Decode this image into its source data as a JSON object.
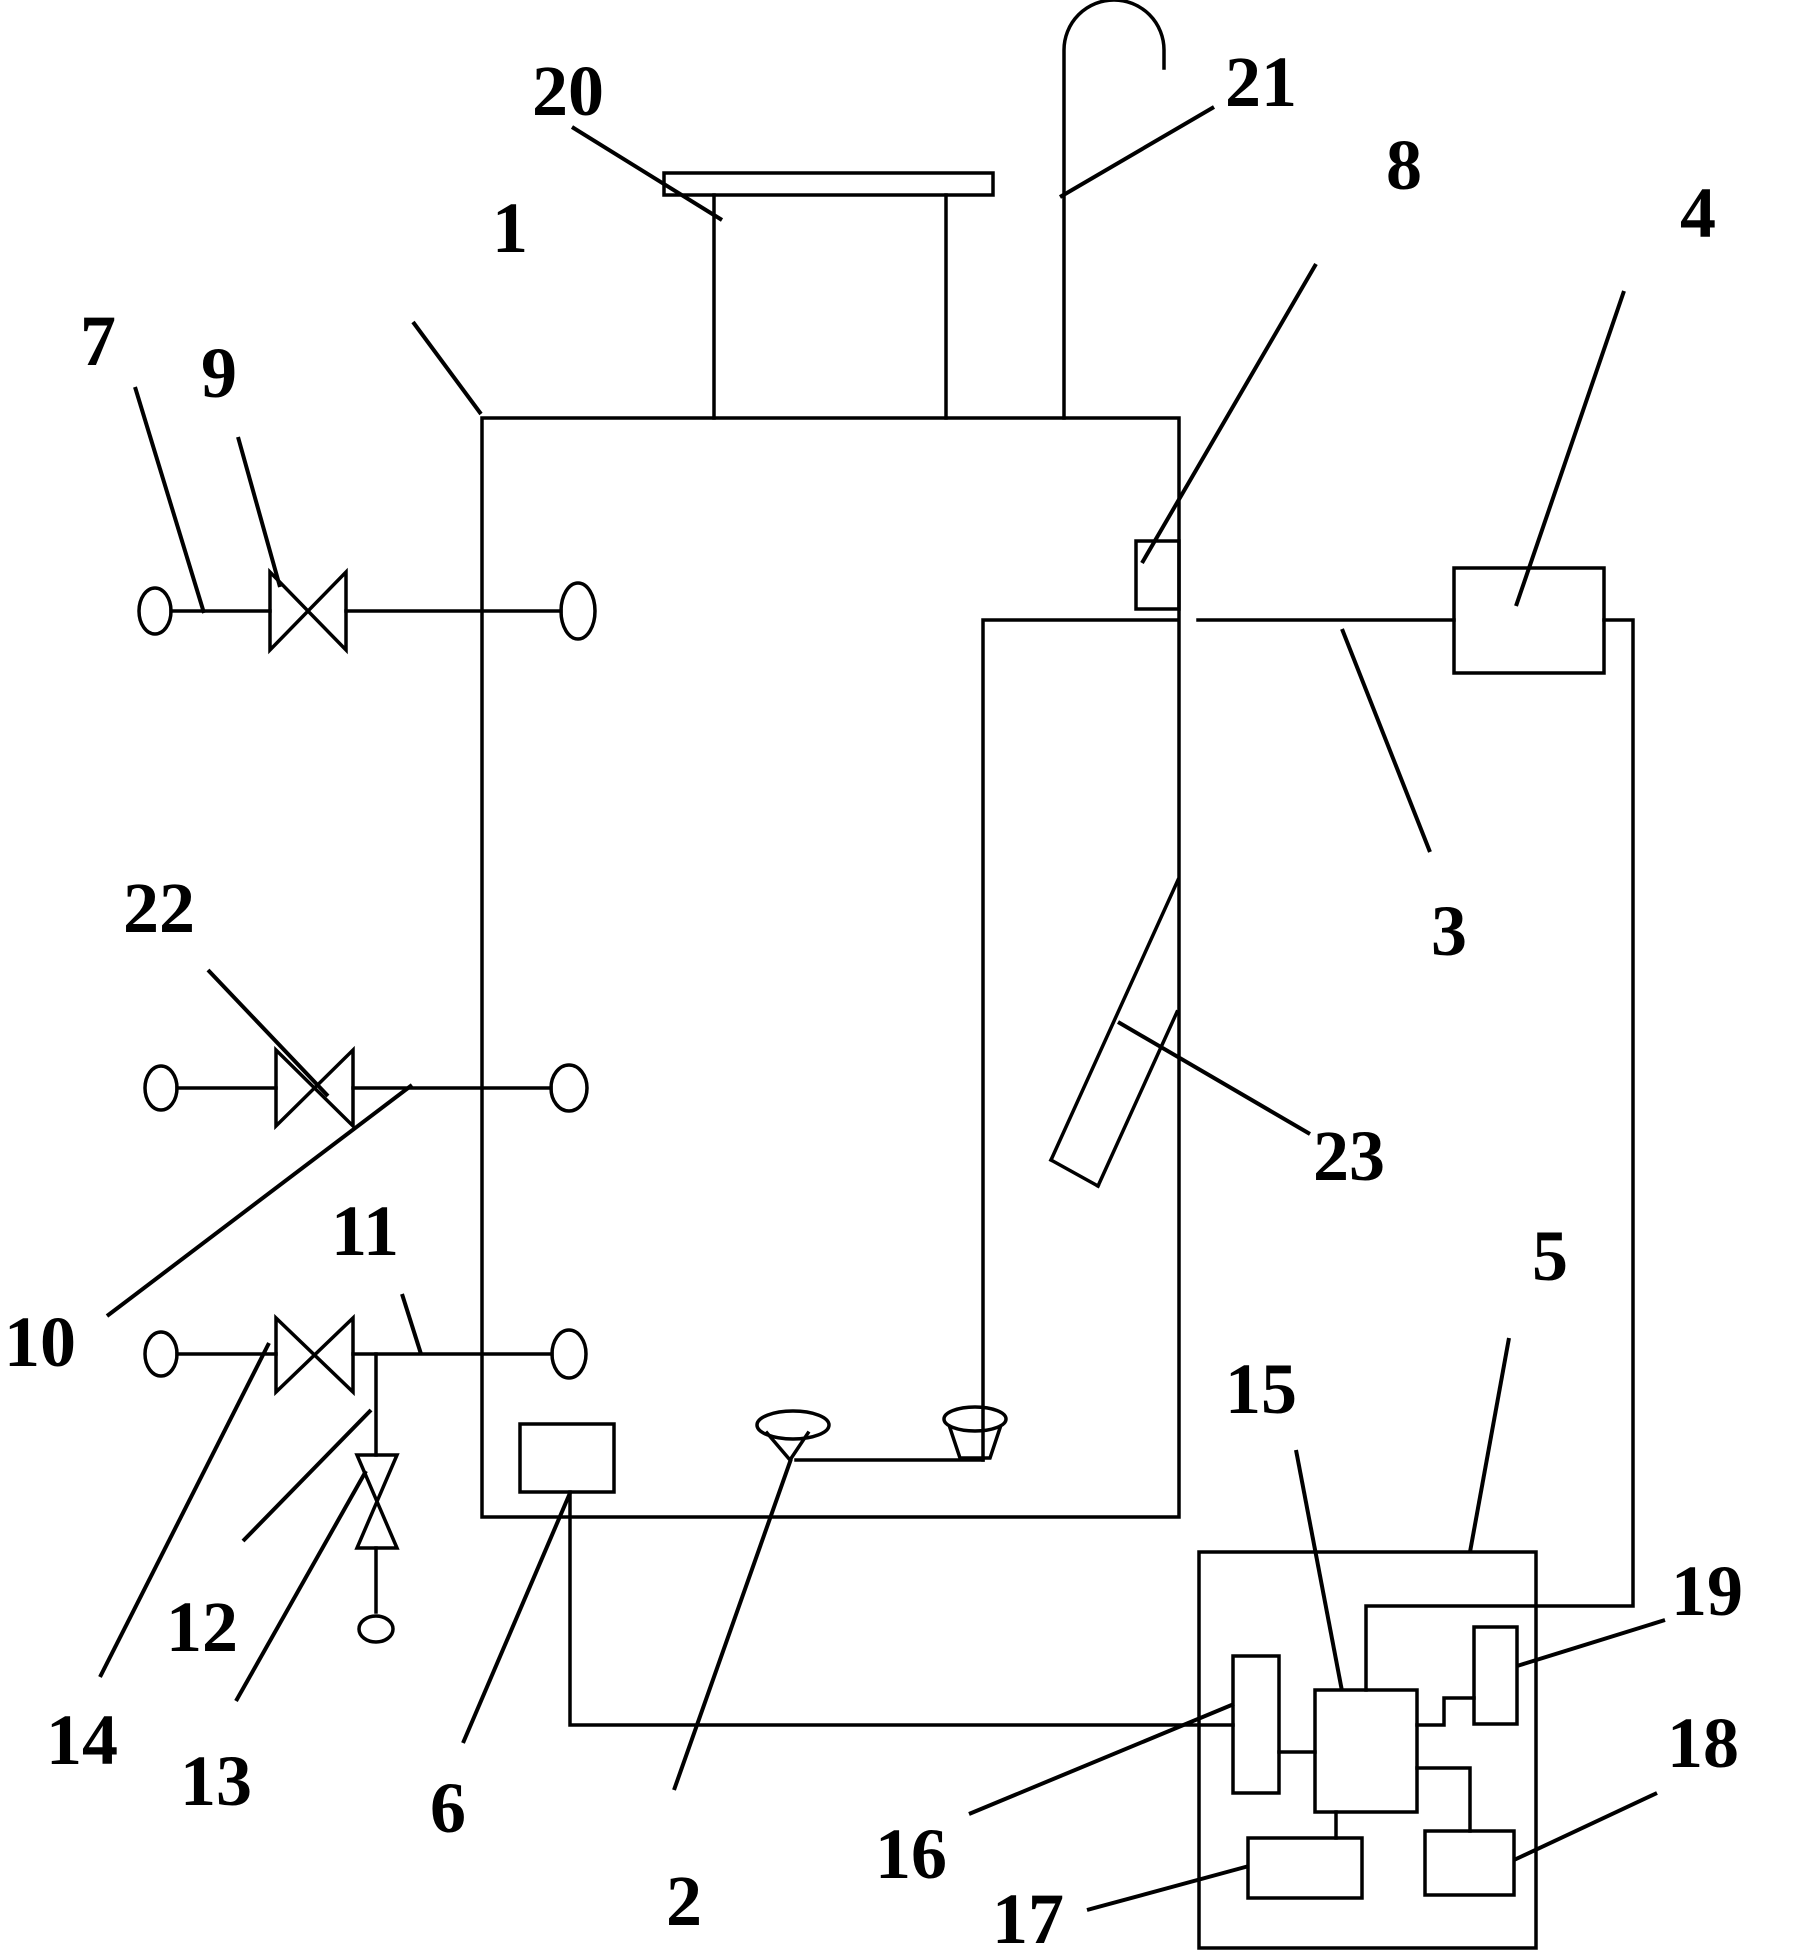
{
  "labels": {
    "l1": "1",
    "l2": "2",
    "l3": "3",
    "l4": "4",
    "l5": "5",
    "l6": "6",
    "l7": "7",
    "l8": "8",
    "l9": "9",
    "l10": "10",
    "l11": "11",
    "l12": "12",
    "l13": "13",
    "l14": "14",
    "l15": "15",
    "l16": "16",
    "l17": "17",
    "l18": "18",
    "l19": "19",
    "l20": "20",
    "l21": "21",
    "l22": "22",
    "l23": "23"
  },
  "colors": {
    "line": "#000000",
    "background": "#ffffff"
  }
}
